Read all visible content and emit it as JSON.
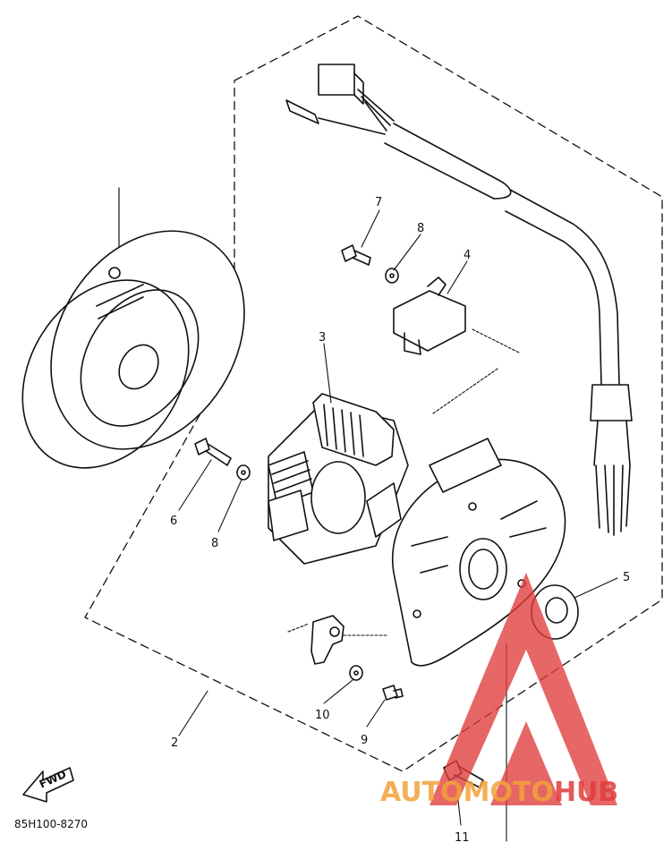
{
  "diagram": {
    "part_code": "85H100-8270",
    "fwd_label": "FWD",
    "callouts": [
      {
        "id": "c7",
        "text": "7"
      },
      {
        "id": "c8a",
        "text": "8"
      },
      {
        "id": "c4",
        "text": "4"
      },
      {
        "id": "c3",
        "text": "3"
      },
      {
        "id": "c6",
        "text": "6"
      },
      {
        "id": "c8b",
        "text": "8"
      },
      {
        "id": "c5",
        "text": "5"
      },
      {
        "id": "c10",
        "text": "10"
      },
      {
        "id": "c9",
        "text": "9"
      },
      {
        "id": "c2",
        "text": "2"
      },
      {
        "id": "c11",
        "text": "11"
      }
    ]
  },
  "watermark": {
    "part1": "AUTO",
    "part2": "MOTO",
    "part3": "HUB",
    "colors": {
      "orange": "#f2a23a",
      "red": "#e03c3c"
    }
  }
}
